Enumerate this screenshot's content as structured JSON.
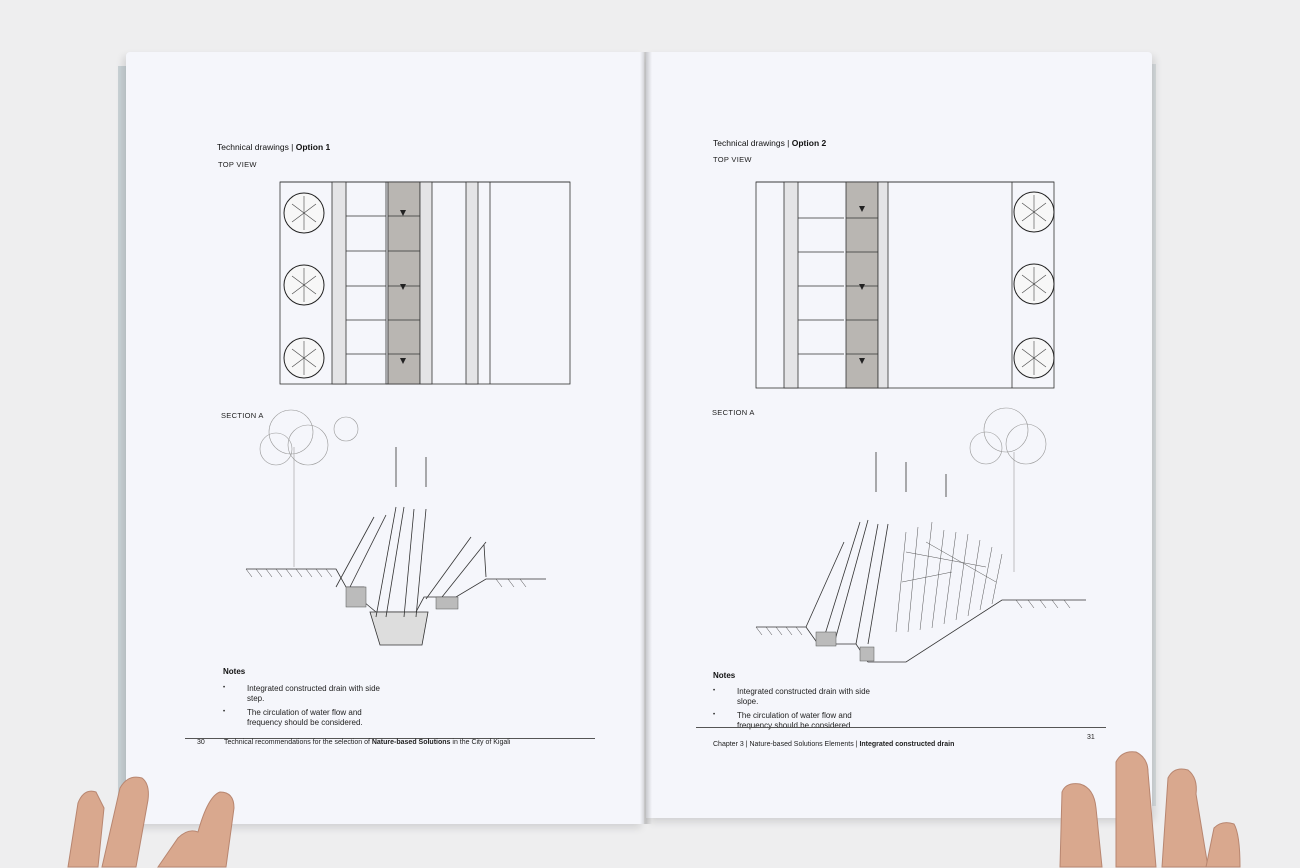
{
  "left_page": {
    "heading_prefix": "Technical drawings | ",
    "heading_bold": "Option 1",
    "top_view_label": "TOP VIEW",
    "section_label": "SECTION A",
    "notes_title": "Notes",
    "notes": [
      "Integrated constructed drain with side step.",
      "The circulation of water flow and frequency should be considered."
    ],
    "page_number": "30",
    "footer_prefix": "Technical recommendations for the selection of ",
    "footer_bold": "Nature-based Solutions",
    "footer_suffix": " in the City of Kigali"
  },
  "right_page": {
    "heading_prefix": "Technical drawings | ",
    "heading_bold": "Option 2",
    "top_view_label": "TOP VIEW",
    "section_label": "SECTION A",
    "notes_title": "Notes",
    "notes": [
      "Integrated constructed drain with side slope.",
      "The circulation of water flow and frequency should be considered."
    ],
    "page_number": "31",
    "footer_prefix": "Chapter 3 | Nature-based Solutions Elements | ",
    "footer_bold": "Integrated constructed drain"
  },
  "colors": {
    "paper": "#f5f6fb",
    "drain_fill": "#b9b6b2",
    "line": "#333333",
    "background": "#eeeeef",
    "skin": "#d9a88e"
  }
}
